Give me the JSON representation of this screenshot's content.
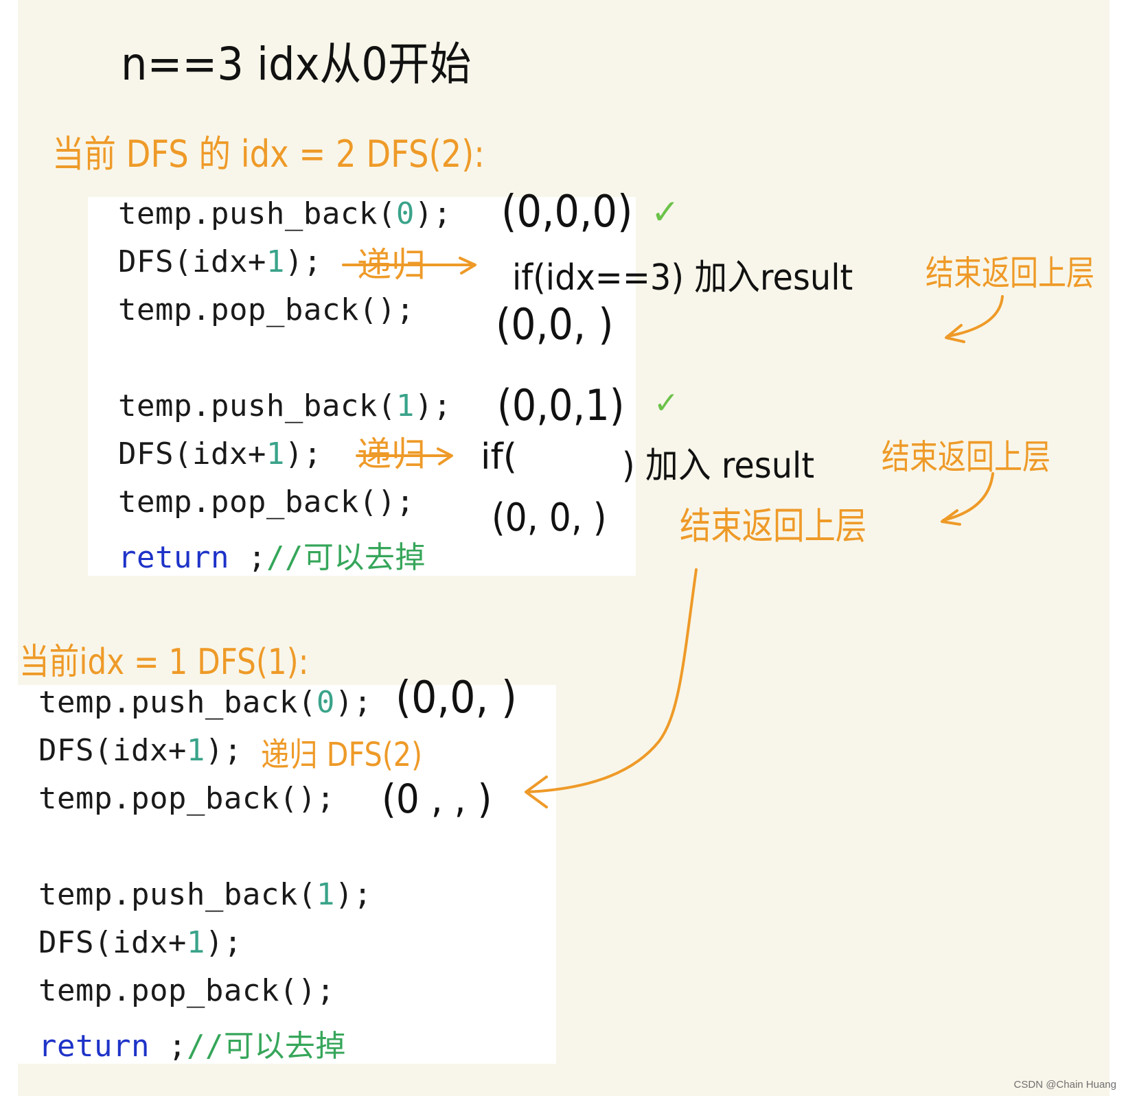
{
  "title_note": "n==3   idx从0开始",
  "section1": {
    "heading": "当前 DFS 的 idx = 2 DFS(2):",
    "code": [
      {
        "pre": "temp.push_back(",
        "num": "0",
        "post": ");"
      },
      {
        "pre": "DFS(idx+",
        "num": "1",
        "post": ");"
      },
      {
        "pre": "temp.pop_back();",
        "num": "",
        "post": ""
      },
      {
        "pre": "temp.push_back(",
        "num": "1",
        "post": ");"
      },
      {
        "pre": "DFS(idx+",
        "num": "1",
        "post": ");"
      },
      {
        "pre": "temp.pop_back();",
        "num": "",
        "post": ""
      }
    ],
    "return_kw": "return",
    "return_rest": " ;",
    "return_comment": "//可以去掉",
    "notes": {
      "state1": "(0,0,0)",
      "check1": "✓",
      "recurse1": "递归",
      "cond1": "if(idx==3) 加入result",
      "end1": "结束返回上层",
      "state2": "(0,0, )",
      "state3": "(0,0,1)",
      "check2": "✓",
      "recurse2": "递归",
      "cond2_a": "if(",
      "cond2_b": ") 加入 result",
      "end2": "结束返回上层",
      "state4": "(0, 0, )",
      "end3": "结束返回上层"
    }
  },
  "section2": {
    "heading": "当前idx = 1 DFS(1):",
    "code": [
      {
        "pre": "temp.push_back(",
        "num": "0",
        "post": ");"
      },
      {
        "pre": "DFS(idx+",
        "num": "1",
        "post": ");"
      },
      {
        "pre": "temp.pop_back();",
        "num": "",
        "post": ""
      },
      {
        "pre": "temp.push_back(",
        "num": "1",
        "post": ");"
      },
      {
        "pre": "DFS(idx+",
        "num": "1",
        "post": ");"
      },
      {
        "pre": "temp.pop_back();",
        "num": "",
        "post": ""
      }
    ],
    "return_kw": "return",
    "return_rest": " ;",
    "return_comment": "//可以去掉",
    "notes": {
      "state1": "(0,0, )",
      "recurse": "递归 DFS(2)",
      "state2": "(0 , , )"
    }
  },
  "watermark": "CSDN @Chain Huang",
  "colors": {
    "paper": "#f8f6ea",
    "ink_black": "#111111",
    "ink_orange": "#ee9a28",
    "ink_brown": "#a06a25",
    "check_green": "#6cc24a",
    "code_number": "#3aa38a",
    "code_keyword": "#1e33c8",
    "code_comment": "#36a65a"
  }
}
